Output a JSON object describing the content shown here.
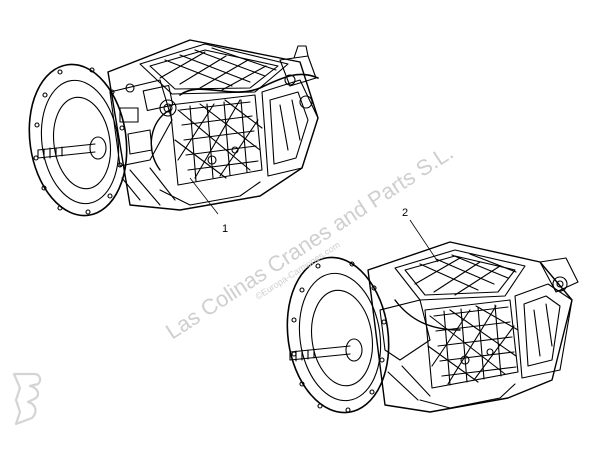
{
  "diagram": {
    "callouts": [
      {
        "id": "1",
        "label": "1"
      },
      {
        "id": "2",
        "label": "2"
      }
    ],
    "parts": [
      {
        "id": "gearbox-1",
        "callout": "1"
      },
      {
        "id": "gearbox-2",
        "callout": "2"
      }
    ]
  },
  "watermark": {
    "main": "Las Colinas Cranes and Parts S.L.",
    "sub": "©Europa-Camiones.com",
    "logo_icon": "europa-camiones-logo-icon"
  },
  "colors": {
    "ink": "#000000",
    "watermark": "#cfcfcf",
    "background": "#ffffff"
  }
}
